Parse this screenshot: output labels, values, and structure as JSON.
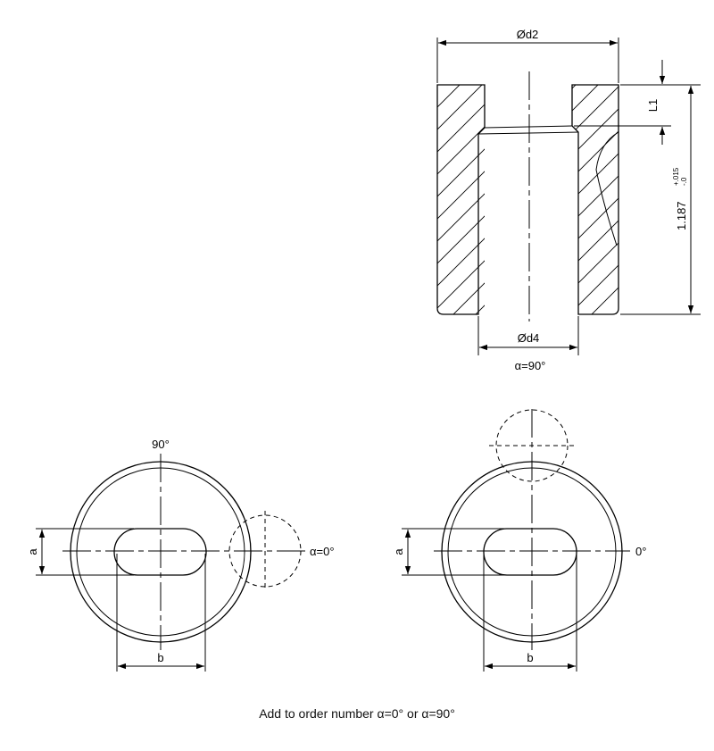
{
  "section_view": {
    "dim_outer_diameter": "Ød2",
    "dim_inner_diameter": "Ød4",
    "dim_counterbore_depth": "L1",
    "dim_length_value": "1.187",
    "dim_length_tol_plus": "+.015",
    "dim_length_tol_minus": "-.0",
    "view_caption": "α=90°"
  },
  "top_view_left": {
    "angle_label_top": "90°",
    "angle_label_right": "α=0°",
    "dim_slot_width": "a",
    "dim_slot_length": "b"
  },
  "top_view_right": {
    "angle_label_right": "0°",
    "dim_slot_width": "a",
    "dim_slot_length": "b"
  },
  "footnote": "Add to order number α=0° or α=90°"
}
